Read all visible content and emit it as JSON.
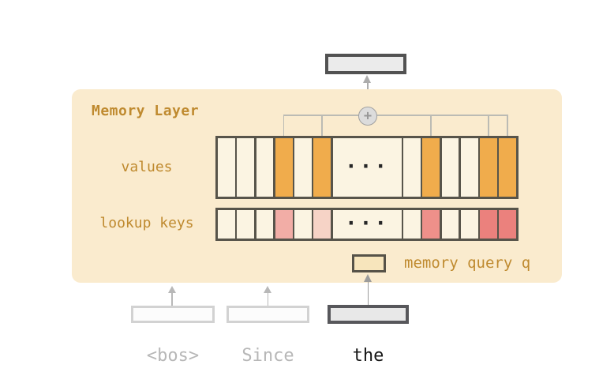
{
  "panel": {
    "title": "Memory Layer"
  },
  "memory": {
    "values_label": "values",
    "keys_label": "lookup keys",
    "query_label": "memory query q",
    "ellipsis": "···",
    "values_cells": [
      "plain",
      "plain",
      "plain",
      "orange",
      "plain",
      "orange",
      "ellipsis",
      "plain",
      "orange",
      "plain",
      "plain",
      "orange",
      "orange"
    ],
    "keys_cells": [
      "plain",
      "plain",
      "plain",
      "pink_med",
      "plain",
      "pink_light",
      "ellipsis",
      "plain",
      "pink_strong",
      "plain",
      "plain",
      "pink_deep",
      "pink_deep"
    ],
    "selected_cell_indices": [
      3,
      5,
      8,
      11,
      12
    ]
  },
  "aggregator": {
    "symbol": "+"
  },
  "tokens": [
    {
      "label": "<bos>",
      "active": false
    },
    {
      "label": "Since",
      "active": false
    },
    {
      "label": "the",
      "active": true
    }
  ],
  "colors": {
    "panel_bg": "#FAEBCE",
    "accent_text": "#BF8A2F",
    "cell_border": "#57544A",
    "plain": "#FBF4E2",
    "orange": "#F0AC4C",
    "pink_med": "#F2ADA6",
    "pink_light": "#F6D3C6",
    "pink_strong": "#EE908A",
    "pink_deep": "#EB817D",
    "query_fill": "#F7E5BC",
    "connector_gray": "#ACACAC"
  }
}
